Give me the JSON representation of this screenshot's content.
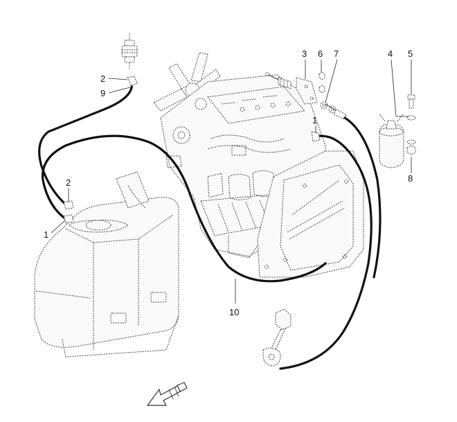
{
  "diagram": {
    "callouts": {
      "c1_left": "1",
      "c2_left": "2",
      "c2_top": "2",
      "c9": "9",
      "c3": "3",
      "c6": "6",
      "c7": "7",
      "c1_right": "1",
      "c4": "4",
      "c5": "5",
      "c8": "8",
      "c10": "10"
    }
  }
}
